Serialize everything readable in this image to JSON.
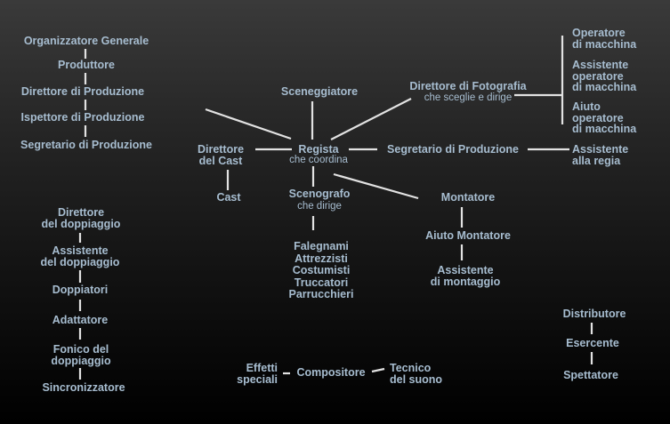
{
  "colors": {
    "text": "#a7bdd0",
    "connector": "#e2e2e2",
    "background_top": "#3a3a3a",
    "background_bottom": "#000000"
  },
  "diagram": {
    "producer_chain": {
      "organizzatore": "Organizzatore Generale",
      "produttore": "Produttore",
      "direttore_produzione": "Direttore di Produzione",
      "ispettore_produzione": "Ispettore di Produzione",
      "segretario_produzione": "Segretario di Produzione"
    },
    "center": {
      "sceneggiatore": "Sceneggiatore",
      "regista": "Regista",
      "regista_sub": "che coordina",
      "direttore_cast": "Direttore\ndel Cast",
      "cast": "Cast",
      "scenografo": "Scenografo",
      "scenografo_sub": "che dirige",
      "crew": "Falegnami\nAttrezzisti\nCostumisti\nTruccatori\nParrucchieri"
    },
    "photography": {
      "direttore_fotografia": "Direttore di Fotografia",
      "direttore_fotografia_sub": "che sceglie e dirige",
      "operatore": "Operatore\ndi macchina",
      "assistente_operatore": "Assistente\noperatore\ndi macchina",
      "aiuto_operatore": "Aiuto\noperatore\ndi macchina"
    },
    "regia": {
      "segretario_produzione": "Segretario di Produzione",
      "assistente_regia": "Assistente\nalla regia"
    },
    "editing": {
      "montatore": "Montatore",
      "aiuto_montatore": "Aiuto Montatore",
      "assistente_montaggio": "Assistente\ndi montaggio"
    },
    "dubbing": {
      "direttore_doppiaggio": "Direttore\ndel doppiaggio",
      "assistente_doppiaggio": "Assistente\ndel doppiaggio",
      "doppiatori": "Doppiatori",
      "adattatore": "Adattatore",
      "fonico_doppiaggio": "Fonico del\ndoppiaggio",
      "sincronizzatore": "Sincronizzatore"
    },
    "music": {
      "effetti_speciali": "Effetti\nspeciali",
      "compositore": "Compositore",
      "tecnico_suono": "Tecnico\ndel suono"
    },
    "distribution": {
      "distributore": "Distributore",
      "esercente": "Esercente",
      "spettatore": "Spettatore"
    }
  }
}
